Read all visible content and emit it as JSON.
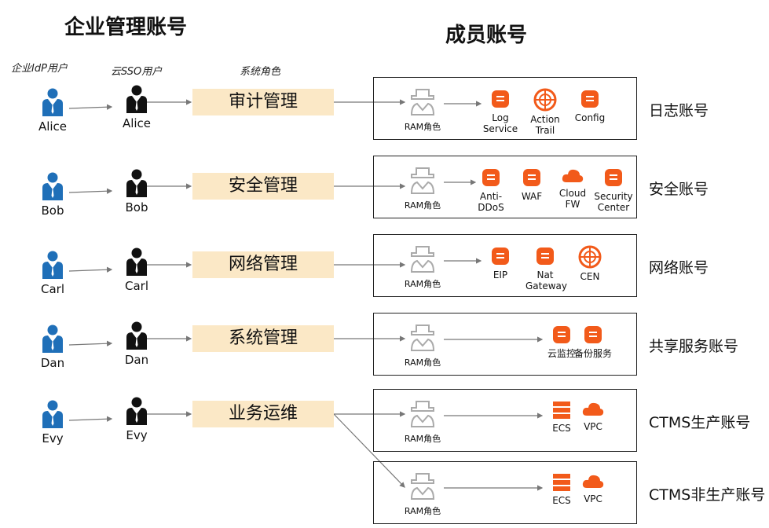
{
  "headers": {
    "left_title": "企业管理账号",
    "right_title": "成员账号",
    "col_idp": "企业IdP用户",
    "col_sso": "云SSO用户",
    "col_role": "系统角色"
  },
  "colors": {
    "idp_user": "#1f6fb8",
    "sso_user": "#111111",
    "role_bg": "#fbe8c6",
    "service_icon": "#f25a1a",
    "ram_icon": "#aaaaaa"
  },
  "rows": [
    {
      "idp_user": "Alice",
      "sso_user": "Alice",
      "role": "审计管理",
      "ram": "RAM角色",
      "account": "日志账号",
      "services": [
        {
          "icon": "log-service-icon",
          "label": "Log\nService"
        },
        {
          "icon": "action-trail-icon",
          "label": "Action\nTrail"
        },
        {
          "icon": "config-icon",
          "label": "Config"
        }
      ]
    },
    {
      "idp_user": "Bob",
      "sso_user": "Bob",
      "role": "安全管理",
      "ram": "RAM角色",
      "account": "安全账号",
      "services": [
        {
          "icon": "anti-ddos-icon",
          "label": "Anti-DDoS"
        },
        {
          "icon": "waf-icon",
          "label": "WAF"
        },
        {
          "icon": "cloud-fw-icon",
          "label": "Cloud\nFW"
        },
        {
          "icon": "security-center-icon",
          "label": "Security\nCenter"
        }
      ]
    },
    {
      "idp_user": "Carl",
      "sso_user": "Carl",
      "role": "网络管理",
      "ram": "RAM角色",
      "account": "网络账号",
      "services": [
        {
          "icon": "eip-icon",
          "label": "EIP"
        },
        {
          "icon": "nat-gateway-icon",
          "label": "Nat\nGateway"
        },
        {
          "icon": "cen-icon",
          "label": "CEN"
        }
      ]
    },
    {
      "idp_user": "Dan",
      "sso_user": "Dan",
      "role": "系统管理",
      "ram": "RAM角色",
      "account": "共享服务账号",
      "services": [
        {
          "icon": "cloud-monitor-icon",
          "label": "云监控"
        },
        {
          "icon": "backup-service-icon",
          "label": "备份服务"
        }
      ]
    },
    {
      "idp_user": "Evy",
      "sso_user": "Evy",
      "role": "业务运维",
      "ram": "RAM角色",
      "account": "CTMS生产账号",
      "services": [
        {
          "icon": "ecs-icon",
          "label": "ECS"
        },
        {
          "icon": "vpc-icon",
          "label": "VPC"
        }
      ]
    }
  ],
  "extra_account": {
    "ram": "RAM角色",
    "account": "CTMS非生产账号",
    "services": [
      {
        "icon": "ecs-icon",
        "label": "ECS"
      },
      {
        "icon": "vpc-icon",
        "label": "VPC"
      }
    ]
  }
}
